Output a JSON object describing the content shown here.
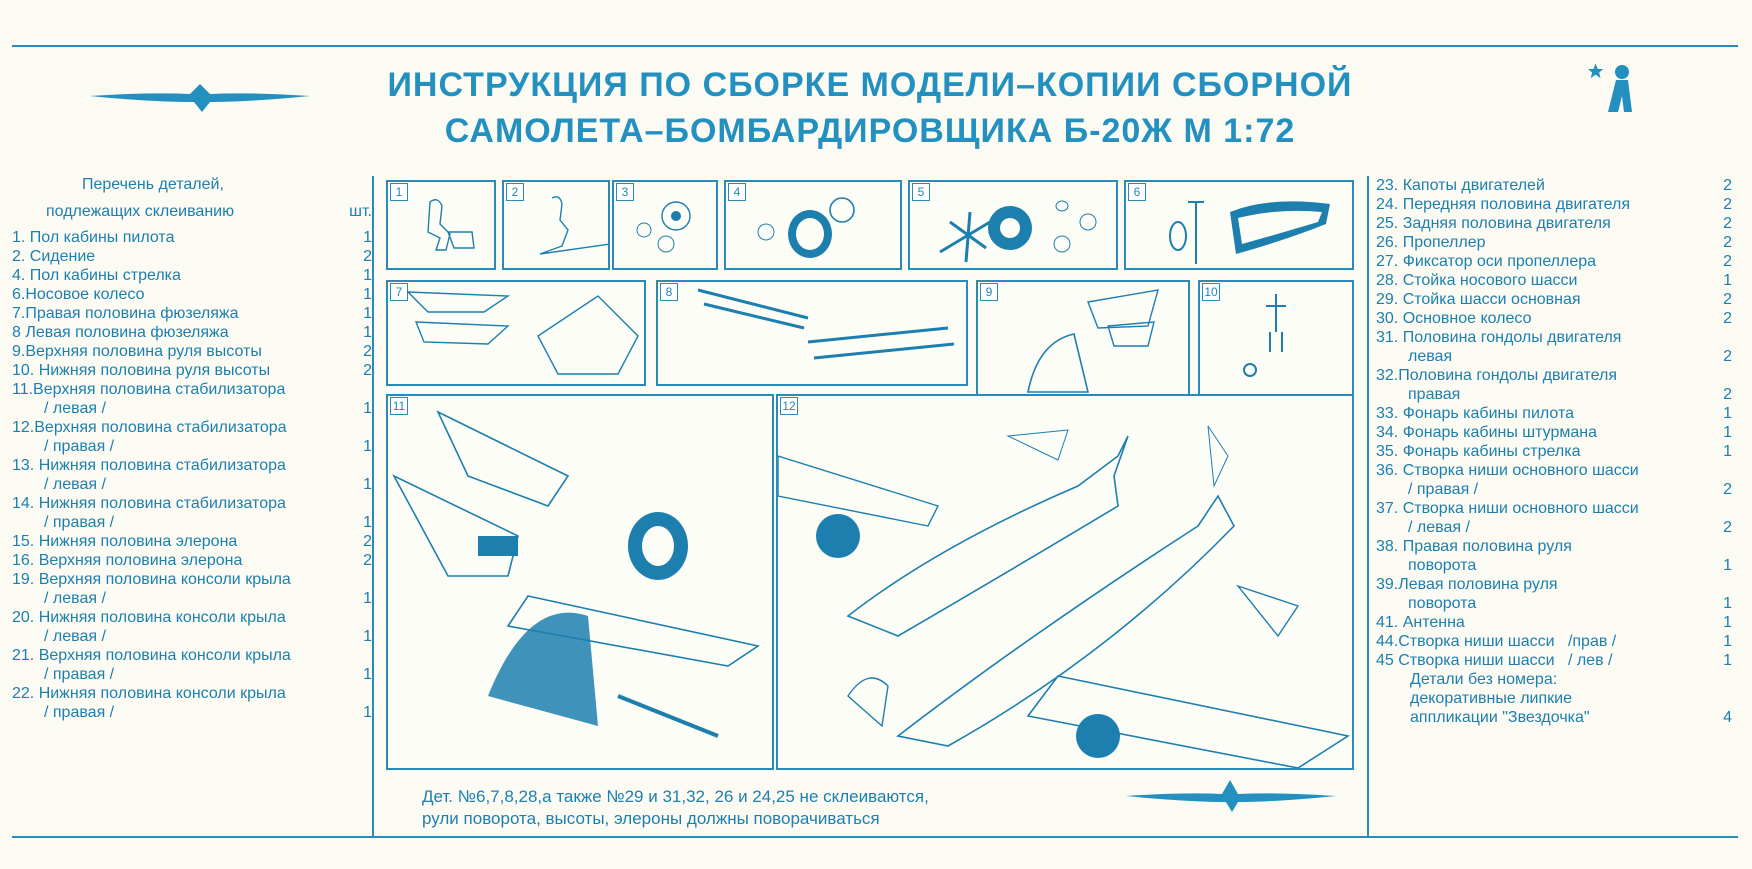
{
  "title": {
    "line1": "ИНСТРУКЦИЯ ПО СБОРКЕ МОДЕЛИ–КОПИИ СБОРНОЙ",
    "line2": "САМОЛЕТА–БОМБАРДИРОВЩИКА Б-20Ж   М 1:72"
  },
  "left_list": {
    "header1": "Перечень деталей,",
    "header2": "подлежащих склеиванию",
    "header_qty": "шт.",
    "items": [
      {
        "label": "1. Пол кабины пилота",
        "qty": "1"
      },
      {
        "label": "2. Сидение",
        "qty": "2"
      },
      {
        "label": "4. Пол кабины стрелка",
        "qty": "1"
      },
      {
        "label": "6.Носовое колесо",
        "qty": "1"
      },
      {
        "label": "7.Правая половина фюзеляжа",
        "qty": "1"
      },
      {
        "label": "8 Левая половина фюзеляжа",
        "qty": "1"
      },
      {
        "label": "9.Верхняя половина руля высоты",
        "qty": "2"
      },
      {
        "label": "10. Нижняя половина руля высоты",
        "qty": "2"
      },
      {
        "label": "11.Верхняя половина стабилизатора",
        "cont": "/ левая /",
        "qty": "1"
      },
      {
        "label": "12.Верхняя половина стабилизатора",
        "cont": "/ правая /",
        "qty": "1"
      },
      {
        "label": "13. Нижняя половина стабилизатора",
        "cont": "/ левая /",
        "qty": "1"
      },
      {
        "label": "14. Нижняя половина стабилизатора",
        "cont": "/ правая /",
        "qty": "1"
      },
      {
        "label": "15. Нижняя половина элерона",
        "qty": "2"
      },
      {
        "label": "16. Верхняя половина элерона",
        "qty": "2"
      },
      {
        "label": "19. Верхняя половина консоли крыла",
        "cont": "/ левая /",
        "qty": "1"
      },
      {
        "label": "20. Нижняя половина консоли крыла",
        "cont": "/ левая /",
        "qty": "1"
      },
      {
        "label": "21. Верхняя половина консоли крыла",
        "cont": "/ правая /",
        "qty": "1"
      },
      {
        "label": "22. Нижняя половина консоли крыла",
        "cont": "/ правая /",
        "qty": "1"
      }
    ]
  },
  "right_list": {
    "items": [
      {
        "label": "23. Капоты двигателей",
        "qty": "2"
      },
      {
        "label": "24. Передняя половина двигателя",
        "qty": "2"
      },
      {
        "label": "25. Задняя половина двигателя",
        "qty": "2"
      },
      {
        "label": "26. Пропеллер",
        "qty": "2"
      },
      {
        "label": "27. Фиксатор оси пропеллера",
        "qty": "2"
      },
      {
        "label": "28. Стойка носового шасси",
        "qty": "1"
      },
      {
        "label": "29. Стойка шасси основная",
        "qty": "2"
      },
      {
        "label": "30. Основное колесо",
        "qty": "2"
      },
      {
        "label": "31. Половина гондолы двигателя",
        "cont": "левая",
        "qty": "2"
      },
      {
        "label": "32.Половина гондолы двигателя",
        "cont": "правая",
        "qty": "2"
      },
      {
        "label": "33. Фонарь кабины пилота",
        "qty": "1"
      },
      {
        "label": "34. Фонарь кабины штурмана",
        "qty": "1"
      },
      {
        "label": "35. Фонарь кабины стрелка",
        "qty": "1"
      },
      {
        "label": "36. Створка ниши основного шасси",
        "cont": "/ правая /",
        "qty": "2"
      },
      {
        "label": "37. Створка ниши основного шасси",
        "cont": "/ левая /",
        "qty": "2"
      },
      {
        "label": "38. Правая половина руля",
        "cont": "поворота",
        "qty": "1"
      },
      {
        "label": "39.Левая половина руля",
        "cont": "поворота",
        "qty": "1"
      },
      {
        "label": "41. Антенна",
        "qty": "1"
      },
      {
        "label": "44.Створка ниши шасси   /прав /",
        "qty": "1"
      },
      {
        "label": "45 Створка ниши шасси   / лев /",
        "qty": "1"
      }
    ],
    "footer1": "Детали без номера:",
    "footer2": "декоративные липкие",
    "footer3": "аппликации \"Звездочка\"",
    "footer_qty": "4"
  },
  "panels": [
    {
      "num": "1",
      "icon": "pilot-seat-drawing"
    },
    {
      "num": "2",
      "icon": "gunner-seat-drawing"
    },
    {
      "num": "3",
      "icon": "engine-parts-drawing"
    },
    {
      "num": "4",
      "icon": "engine-assembly-drawing"
    },
    {
      "num": "5",
      "icon": "propeller-drawing"
    },
    {
      "num": "6",
      "icon": "nacelle-drawing"
    },
    {
      "num": "7",
      "icon": "stabilizer-drawing"
    },
    {
      "num": "8",
      "icon": "aileron-drawing"
    },
    {
      "num": "9",
      "icon": "elevator-drawing"
    },
    {
      "num": "10",
      "icon": "nose-gear-drawing"
    },
    {
      "num": "11",
      "icon": "wing-assembly-drawing"
    },
    {
      "num": "12",
      "icon": "fuselage-assembly-drawing"
    }
  ],
  "note": {
    "line1": "Дет. №6,7,8,28,а также №29 и 31,32, 26 и 24,25 не склеиваются,",
    "line2": "рули поворота, высоты, элероны должны поворачиваться"
  },
  "colors": {
    "ink": "#1d7fae",
    "paper": "#fbfbf4"
  }
}
